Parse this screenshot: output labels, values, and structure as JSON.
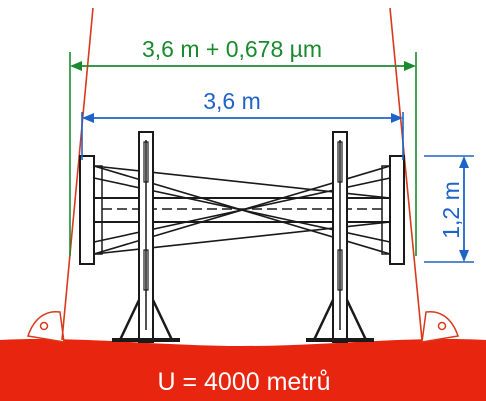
{
  "labels": {
    "outer_span": "3,6 m + 0,678 µm",
    "inner_span": "3,6 m",
    "height": "1,2 m",
    "caption": "U = 4000 metrů"
  },
  "colors": {
    "outer_dimension": "#1a8a2e",
    "inner_dimension": "#1e64c8",
    "earth_band": "#e8260f",
    "earth_outline": "#d83a1c",
    "apparatus": "#1a1a1a",
    "background": "#ffffff"
  }
}
